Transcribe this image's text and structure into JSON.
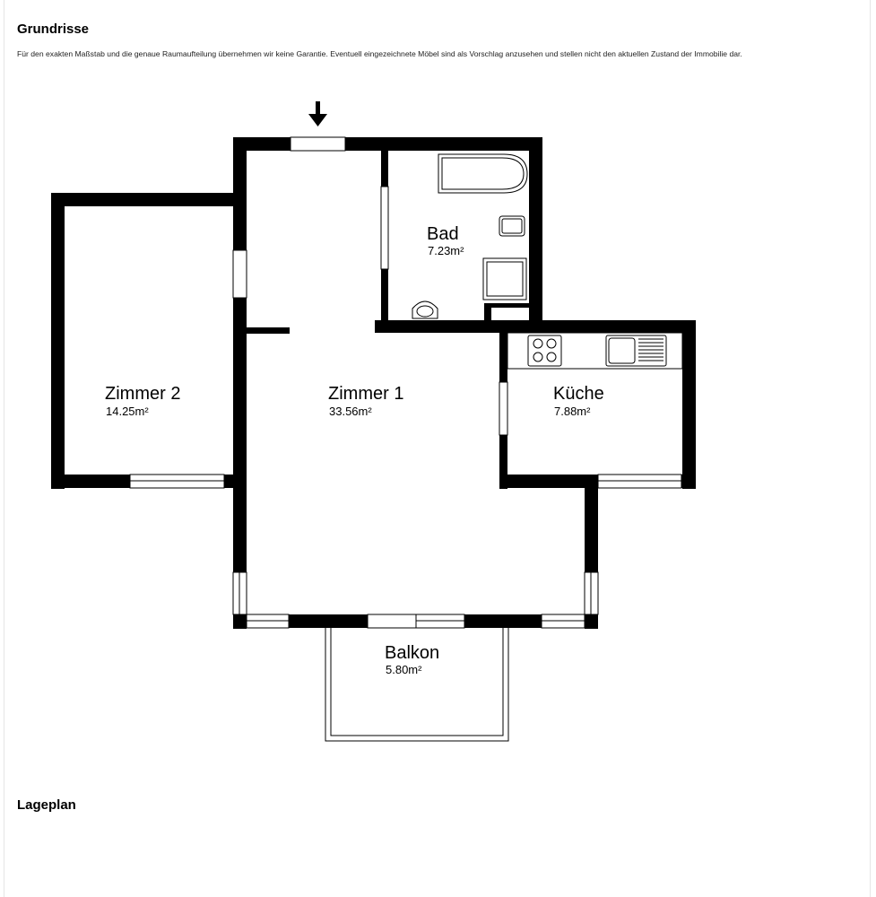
{
  "sections": {
    "floorplans": "Grundrisse",
    "siteplan": "Lageplan"
  },
  "disclaimer": "Für den exakten Maßstab und die genaue Raumaufteilung übernehmen wir keine Garantie. Eventuell eingezeichnete Möbel sind als Vorschlag anzusehen und stellen nicht den aktuellen Zustand der Immobilie dar.",
  "rooms": {
    "zimmer2": {
      "name": "Zimmer 2",
      "area": "14.25m²"
    },
    "zimmer1": {
      "name": "Zimmer 1",
      "area": "33.56m²"
    },
    "bad": {
      "name": "Bad",
      "area": "7.23m²"
    },
    "kueche": {
      "name": "Küche",
      "area": "7.88m²"
    },
    "balkon": {
      "name": "Balkon",
      "area": "5.80m²"
    }
  },
  "icons": {
    "entrance": "arrow-down-icon"
  }
}
